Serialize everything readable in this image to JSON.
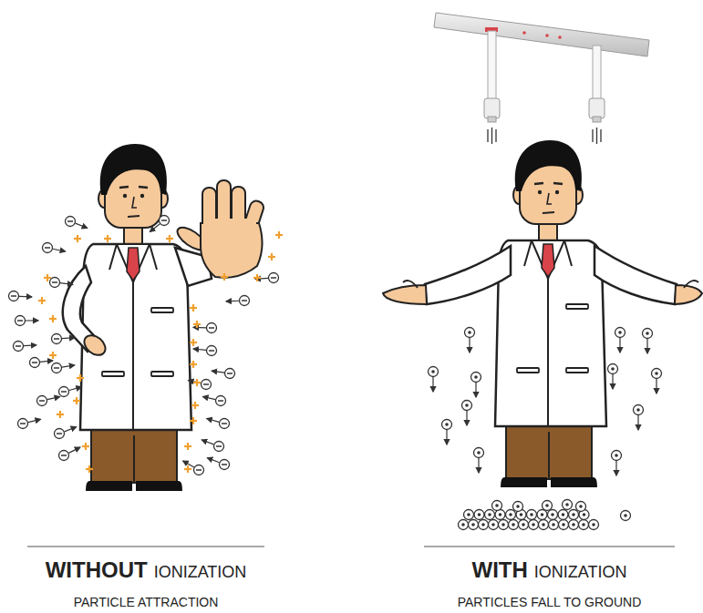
{
  "diagram": {
    "labels": [
      "WITHOUT",
      "IONIZATION",
      "PARTICLE ATTRACTION",
      "WITH",
      "IONIZATION",
      "PARTICLES FALL TO GROUND"
    ]
  }
}
